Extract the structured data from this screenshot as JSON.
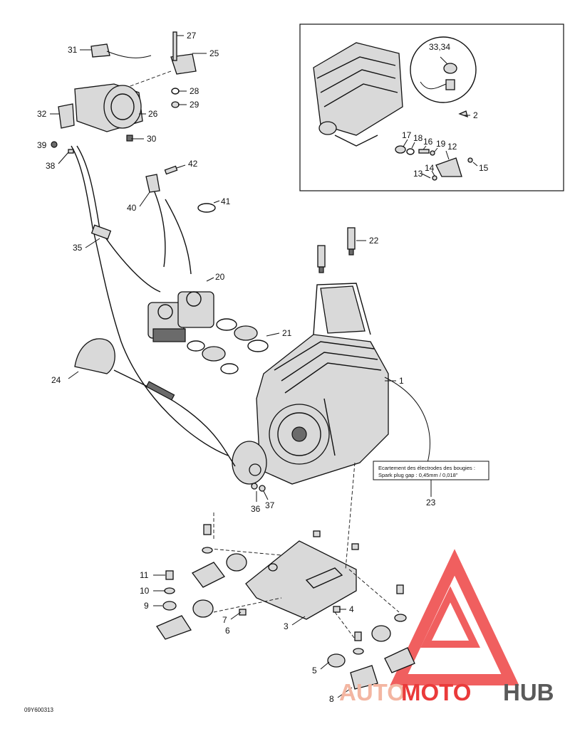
{
  "diagram": {
    "callouts": [
      {
        "id": "27",
        "label": "27"
      },
      {
        "id": "31",
        "label": "31"
      },
      {
        "id": "25",
        "label": "25"
      },
      {
        "id": "28",
        "label": "28"
      },
      {
        "id": "29",
        "label": "29"
      },
      {
        "id": "32",
        "label": "32"
      },
      {
        "id": "26",
        "label": "26"
      },
      {
        "id": "30",
        "label": "30"
      },
      {
        "id": "39",
        "label": "39"
      },
      {
        "id": "38",
        "label": "38"
      },
      {
        "id": "42",
        "label": "42"
      },
      {
        "id": "40",
        "label": "40"
      },
      {
        "id": "41",
        "label": "41"
      },
      {
        "id": "35",
        "label": "35"
      },
      {
        "id": "22",
        "label": "22"
      },
      {
        "id": "20",
        "label": "20"
      },
      {
        "id": "21",
        "label": "21"
      },
      {
        "id": "24",
        "label": "24"
      },
      {
        "id": "1",
        "label": "1"
      },
      {
        "id": "23",
        "label": "23"
      },
      {
        "id": "36",
        "label": "36"
      },
      {
        "id": "37",
        "label": "37"
      },
      {
        "id": "11",
        "label": "11"
      },
      {
        "id": "10",
        "label": "10"
      },
      {
        "id": "9",
        "label": "9"
      },
      {
        "id": "7",
        "label": "7"
      },
      {
        "id": "6",
        "label": "6"
      },
      {
        "id": "3",
        "label": "3"
      },
      {
        "id": "4",
        "label": "4"
      },
      {
        "id": "5",
        "label": "5"
      },
      {
        "id": "8",
        "label": "8"
      },
      {
        "id": "33_34",
        "label": "33,34"
      },
      {
        "id": "2",
        "label": "2"
      },
      {
        "id": "17",
        "label": "17"
      },
      {
        "id": "18",
        "label": "18"
      },
      {
        "id": "16",
        "label": "16"
      },
      {
        "id": "19",
        "label": "19"
      },
      {
        "id": "12",
        "label": "12"
      },
      {
        "id": "15",
        "label": "15"
      },
      {
        "id": "14",
        "label": "14"
      },
      {
        "id": "13",
        "label": "13"
      }
    ],
    "spark_note": {
      "line1": "Ecartement des électrodes des bougies :",
      "line2": "Spark plug gap : 0,45mm / 0,018\""
    },
    "figure_code": "09Y600313"
  },
  "watermark": {
    "auto": "AUTO",
    "moto": "MOTO",
    "hub": "HUB",
    "colors": {
      "auto": "#f3b6a2",
      "moto": "#ea3a3a",
      "hub": "#5a5a5a",
      "triangle": "#ee4444"
    }
  }
}
